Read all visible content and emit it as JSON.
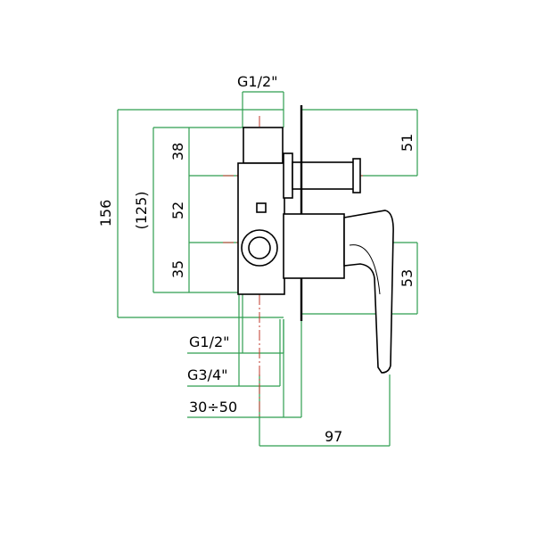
{
  "dimensions": {
    "top_thread": "G1/2\"",
    "overall_height": "156",
    "body_height": "(125)",
    "upper_offset": "38",
    "middle_offset": "52",
    "lower_offset": "35",
    "right_upper": "51",
    "right_lower": "53",
    "bottom_thread_1": "G1/2\"",
    "bottom_thread_2": "G3/4\"",
    "wall_depth": "30÷50",
    "projection": "97"
  },
  "colors": {
    "dimension_lines": "#2f9e4f",
    "center_lines": "#c0392b",
    "outline": "#000000"
  }
}
